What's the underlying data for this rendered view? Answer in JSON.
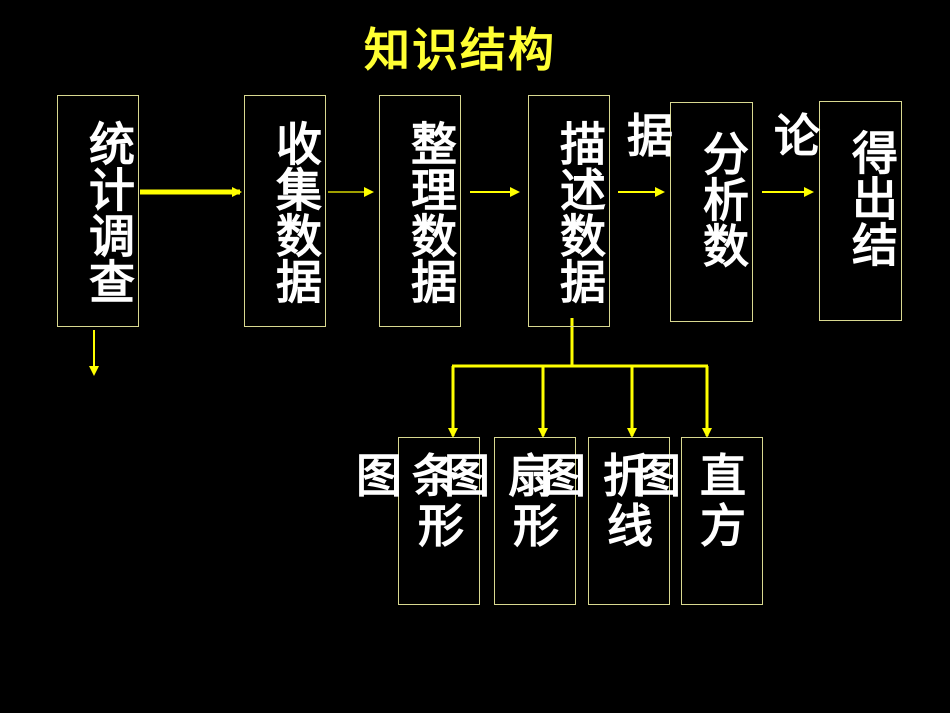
{
  "title": "知识结构",
  "colors": {
    "background": "#000000",
    "title": "#ffff33",
    "arrow": "#ffff00",
    "box_border": "#d8d890",
    "text": "#ffffff"
  },
  "flow_boxes": [
    "统计调查",
    "收集数据",
    "整理数据",
    "描述数据",
    "分析数",
    "得出结"
  ],
  "floating_labels": [
    "据",
    "论"
  ],
  "chart_boxes": [
    {
      "top": "条图",
      "bottom": "形"
    },
    {
      "top": "扇图",
      "bottom": "形"
    },
    {
      "top": "折图",
      "bottom": "线"
    },
    {
      "top": "直",
      "bottom": "方"
    }
  ],
  "left_label": "图"
}
